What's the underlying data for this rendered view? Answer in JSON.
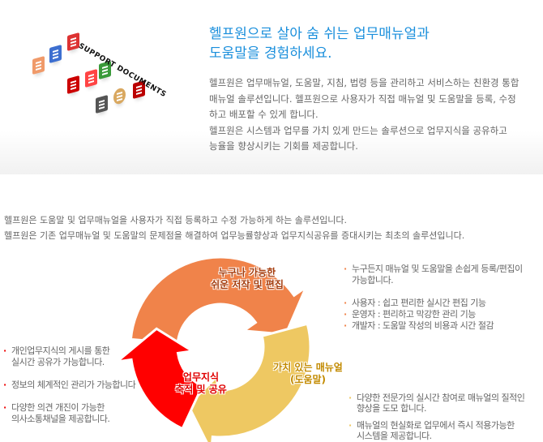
{
  "hero": {
    "logo_text": "SUPPORT DOCUMENTS",
    "title_lines": [
      "헬프원으로 살아 숨 쉬는 업무매뉴얼과",
      "도움말을 경험하세요."
    ],
    "description_lines": [
      "헬프원은 업무매뉴얼, 도움말, 지침, 법령 등을 관리하고 서비스하는 친환경 통합",
      "매뉴얼 솔루션입니다. 헬프원으로 사용자가 직접 매뉴얼 및 도움말을 등록, 수정",
      "하고 배포할 수 있게 합니다.",
      "헬프원은 시스템과 업무를 가치 있게 만드는 솔루션으로 업무지식을 공유하고",
      "능율을 향상시키는 기회를 제공합니다."
    ]
  },
  "intro_lines": [
    "헬프원은 도움말 및 업무매뉴얼을 사용자가 직접 등록하고 수정 가능하게 하는 솔루션입니다.",
    "헬프원은 기존 업무매뉴얼 및 도움말의 문제점을 해결하여 업무능률향상과 업무지식공유를 증대시키는 최초의 솔루션입니다."
  ],
  "cycle": {
    "top_label": [
      "누구나 가능한",
      "쉬운 저작 및 편집"
    ],
    "right_label": [
      "가치 있는 매뉴얼",
      "(도움말)"
    ],
    "left_label": [
      "업무지식",
      "축적 및 공유"
    ],
    "colors": {
      "top": "#f0834a",
      "right": "#eec862",
      "left": "#ff0000",
      "top_text": "#a53b0b",
      "right_text": "#c28a00",
      "left_text": "#e00000"
    }
  },
  "notes_top_right": [
    {
      "lines": [
        "누구든지 매뉴얼 및 도움말을 손쉽게 등록/편집이",
        "가능합니다."
      ]
    },
    {
      "lines": [
        "사용자 : 쉽고 편리한 실시간 편집 기능"
      ]
    },
    {
      "lines": [
        "운영자 : 편리하고 막강한 관리 기능"
      ]
    },
    {
      "lines": [
        "개발자 : 도움말 작성의 비용과 시간 절감"
      ]
    }
  ],
  "notes_bottom_right": [
    {
      "lines": [
        "다양한 전문가의 실시간 참여로 매뉴얼의 질적인",
        "향상을 도모 합니다."
      ]
    },
    {
      "lines": [
        "매뉴얼의 현실화로 업무에서 즉시 적용가능한",
        "시스템을 제공합니다."
      ]
    }
  ],
  "notes_left": [
    {
      "lines": [
        "개인업무지식의 게시를 통한",
        "실시간 공유가 가능합니다."
      ]
    },
    {
      "lines": [
        "정보의 체계적인 관리가 가능합니다"
      ]
    },
    {
      "lines": [
        "다양한 의견 개진이 가능한",
        "의사소통채널을 제공합니다."
      ]
    }
  ]
}
